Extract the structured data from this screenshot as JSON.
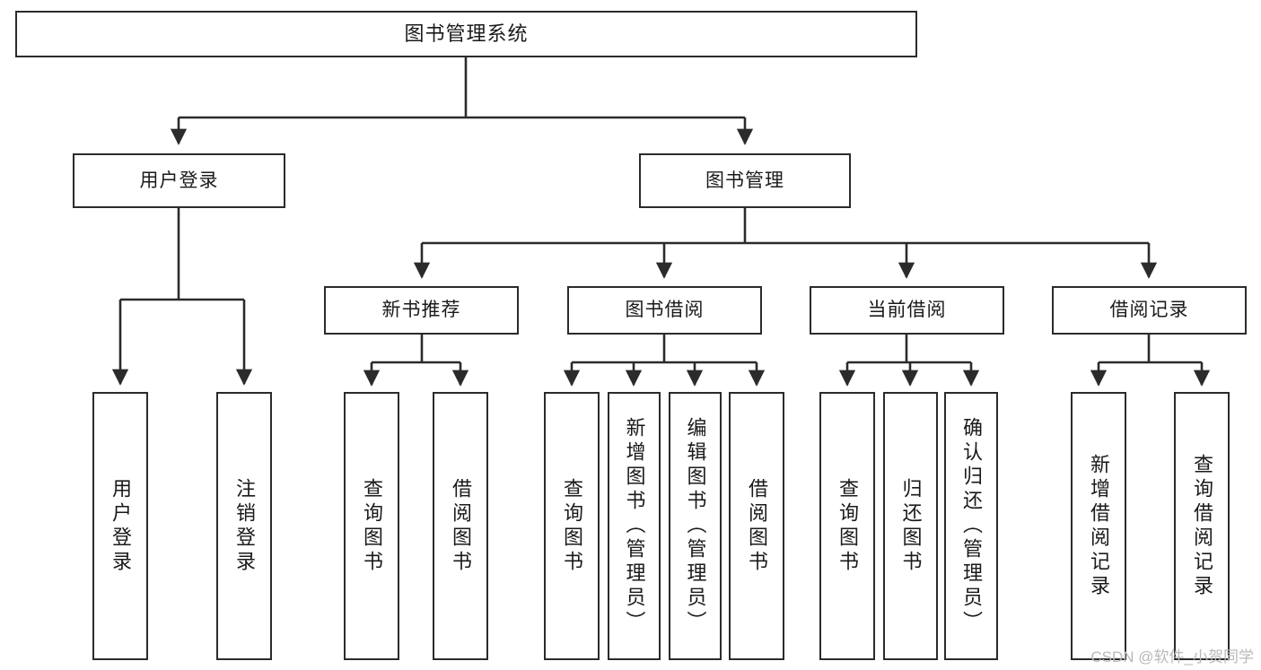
{
  "diagram": {
    "type": "tree-hierarchy-chart",
    "orientation": "top-down",
    "style": {
      "box_border_color": "#2b2b2b",
      "box_fill_color": "#ffffff",
      "line_color": "#2b2b2b",
      "text_color": "#1a1a1a",
      "background": "#ffffff"
    },
    "root": {
      "label": "图书管理系统"
    },
    "level2": [
      {
        "label": "用户登录"
      },
      {
        "label": "图书管理"
      }
    ],
    "level3": [
      {
        "label": "新书推荐"
      },
      {
        "label": "图书借阅"
      },
      {
        "label": "当前借阅"
      },
      {
        "label": "借阅记录"
      }
    ],
    "leaves": {
      "user_login": [
        {
          "label": "用户登录"
        },
        {
          "label": "注销登录"
        }
      ],
      "new_book_recommend": [
        {
          "label": "查询图书"
        },
        {
          "label": "借阅图书"
        }
      ],
      "book_borrow": [
        {
          "label": "查询图书"
        },
        {
          "label": "新增图书（管理员）"
        },
        {
          "label": "编辑图书（管理员）"
        },
        {
          "label": "借阅图书"
        }
      ],
      "current_borrow": [
        {
          "label": "查询图书"
        },
        {
          "label": "归还图书"
        },
        {
          "label": "确认归还（管理员）"
        }
      ],
      "borrow_records": [
        {
          "label": "新增借阅记录"
        },
        {
          "label": "查询借阅记录"
        }
      ]
    }
  },
  "watermark": {
    "text": "CSDN @软件_小贺同学"
  }
}
